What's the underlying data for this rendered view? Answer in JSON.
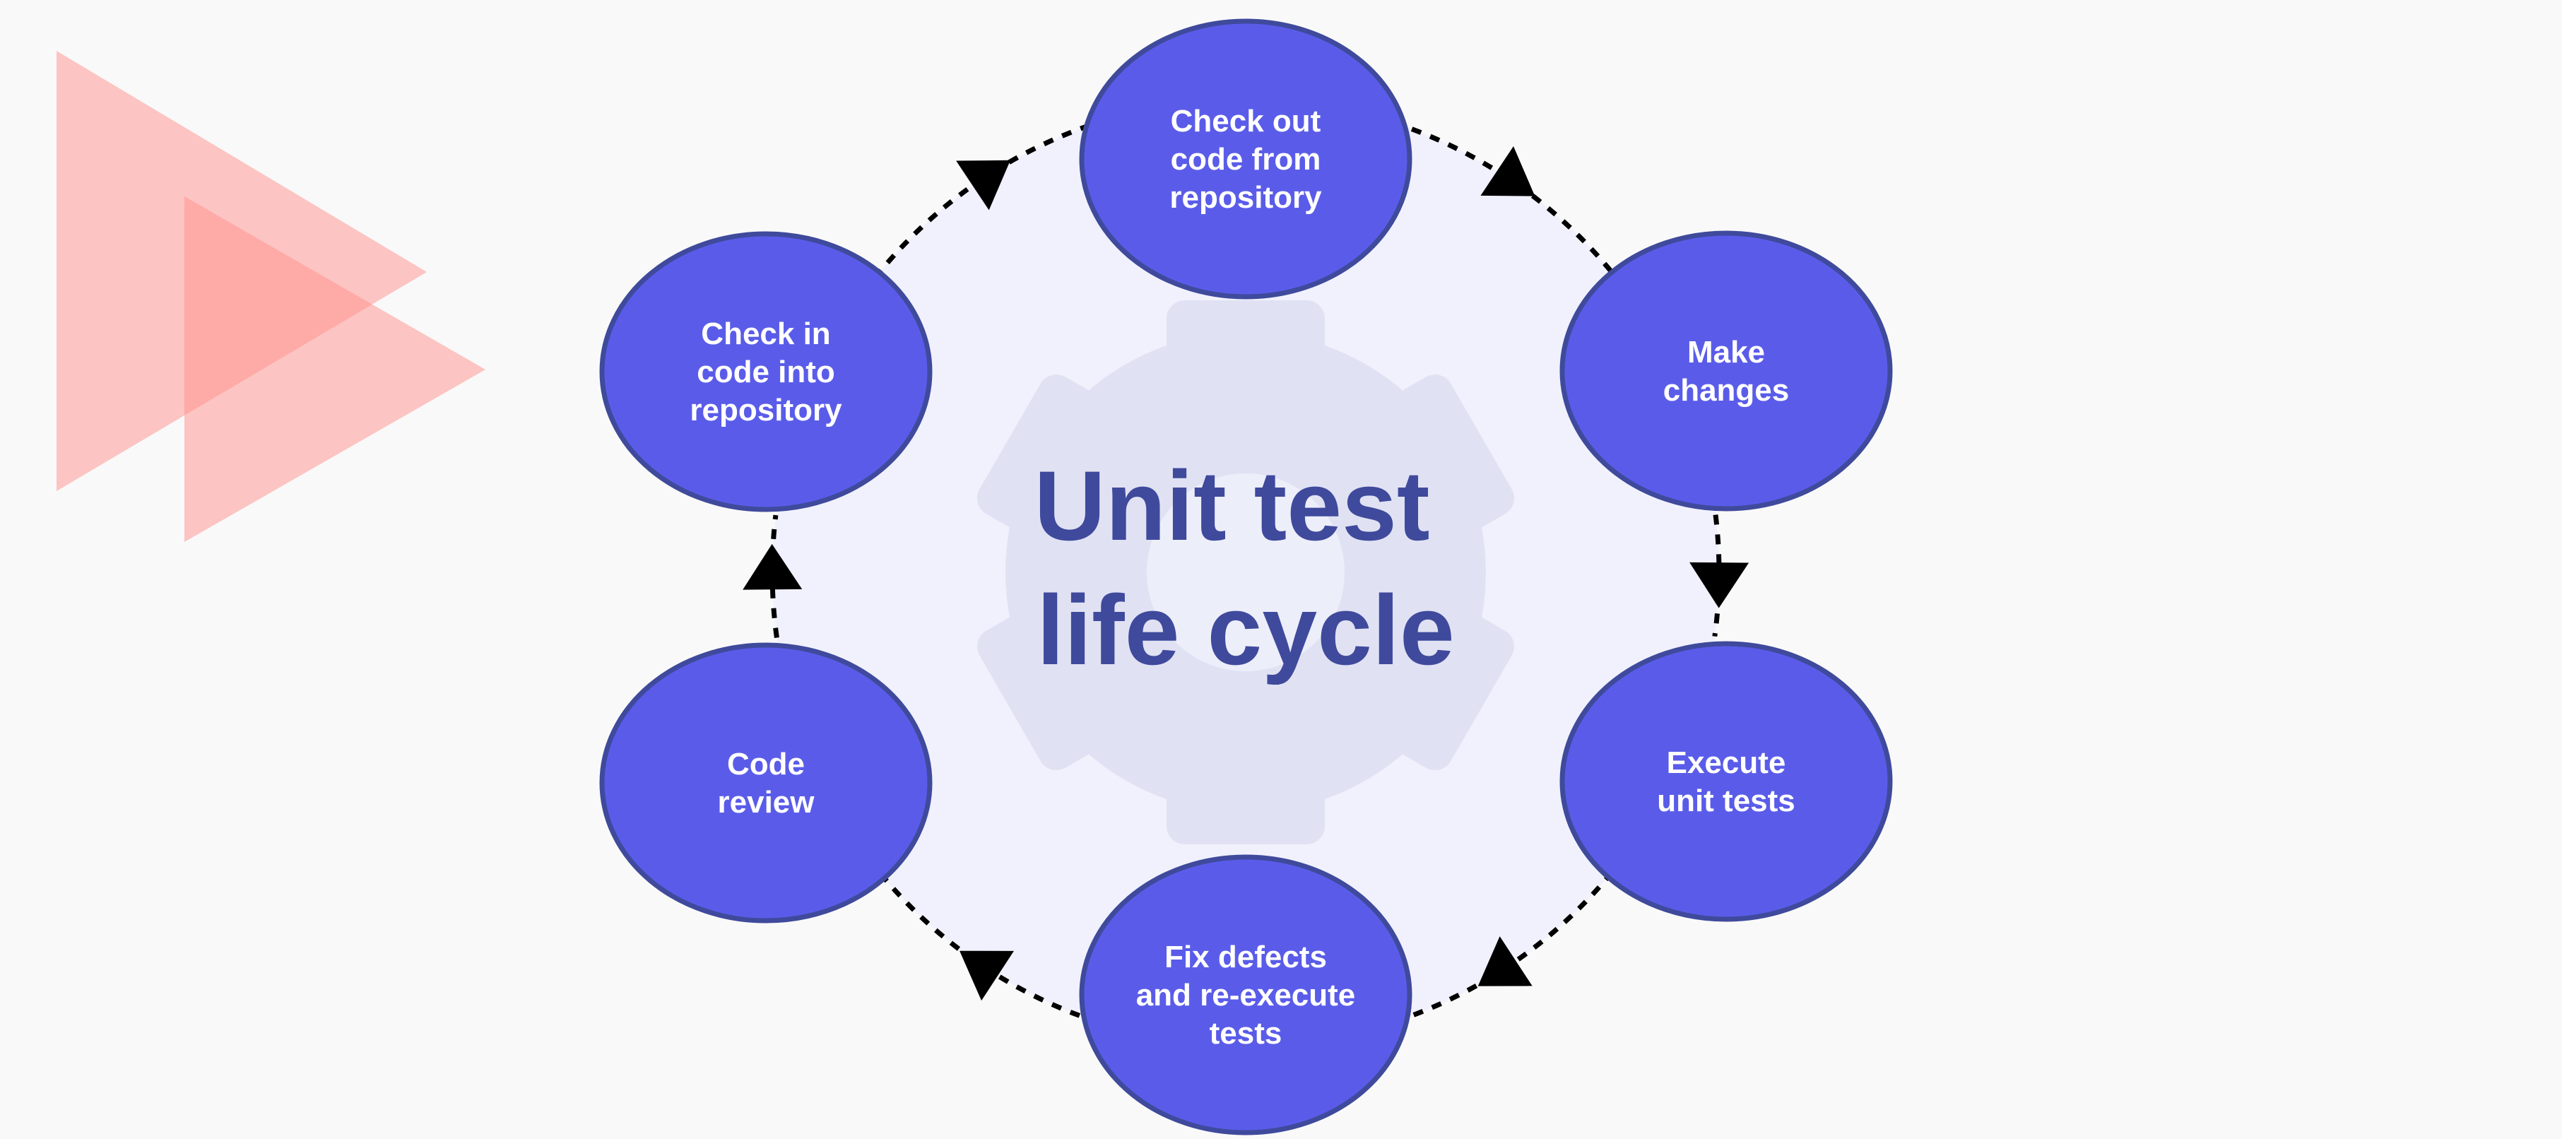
{
  "title": {
    "lines": [
      "Unit test",
      "life cycle"
    ]
  },
  "nodes": [
    {
      "id": "checkout",
      "lines": [
        "Check out",
        "code from",
        "repository"
      ]
    },
    {
      "id": "make-changes",
      "lines": [
        "Make",
        "changes"
      ]
    },
    {
      "id": "execute-tests",
      "lines": [
        "Execute",
        "unit tests"
      ]
    },
    {
      "id": "fix-defects",
      "lines": [
        "Fix defects",
        "and re-execute",
        "tests"
      ]
    },
    {
      "id": "code-review",
      "lines": [
        "Code",
        "review"
      ]
    },
    {
      "id": "check-in",
      "lines": [
        "Check in",
        "code into",
        "repository"
      ]
    }
  ],
  "cycle_order": [
    "checkout",
    "make-changes",
    "execute-tests",
    "fix-defects",
    "code-review",
    "check-in"
  ],
  "colors": {
    "background": "#f9f9f9",
    "node_fill": "#5a5ce9",
    "node_stroke": "#3f4a9c",
    "node_text": "#ffffff",
    "title": "#3f4a9c",
    "inner_circle": "#f1f1fd",
    "gear": "#e0e2f3",
    "connector": "#000000",
    "play_icon": "#ff8f8c"
  },
  "icons": {
    "decoration": "play-icon",
    "center": "gear-icon"
  }
}
